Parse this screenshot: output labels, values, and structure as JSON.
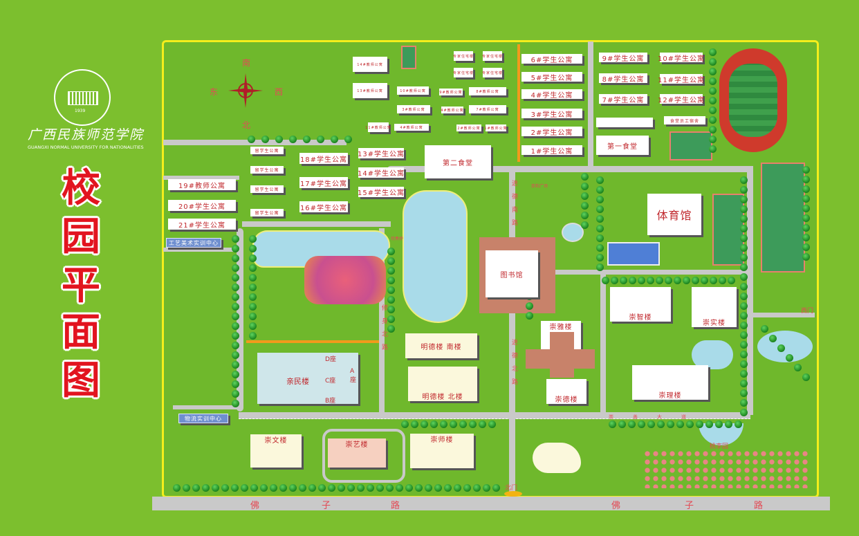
{
  "school": {
    "name_cn": "广西民族师范学院",
    "name_en": "GUANGXI NORMAL UNIVERSITY FOR NATIONALITIES",
    "logo_year": "1939"
  },
  "map_title": [
    "校",
    "园",
    "平",
    "面",
    "图"
  ],
  "compass": {
    "top": "南",
    "left": "东",
    "right": "西",
    "bottom": "北"
  },
  "colors": {
    "background": "#7cbf2e",
    "border": "#f4ee1c",
    "label": "#c0282d",
    "road": "#c9c9c9",
    "lake": "#a9dbe9"
  },
  "buildings": {
    "teacher19": "19#教师公寓",
    "student20": "20#学生公寓",
    "student21": "21#学生公寓",
    "craft_center": "工艺美术实训中心",
    "logistics_center": "物流实训中心",
    "intl": [
      "留学生公寓",
      "留学生公寓",
      "留学生公寓",
      "留学生公寓"
    ],
    "d18": "18#学生公寓",
    "d17": "17#学生公寓",
    "d16": "16#学生公寓",
    "d13": "13#学生公寓",
    "d14": "14#学生公寓",
    "d15": "15#学生公寓",
    "canteen2": "第二食堂",
    "d6": "6#学生公寓",
    "d5": "5#学生公寓",
    "d4": "4#学生公寓",
    "d3": "3#学生公寓",
    "d2": "2#学生公寓",
    "d1": "1#学生公寓",
    "d9": "9#学生公寓",
    "d8": "8#学生公寓",
    "d7": "7#学生公寓",
    "d10": "10#学生公寓",
    "d11": "11#学生公寓",
    "d12": "12#学生公寓",
    "canteen1": "第一食堂",
    "staff_dorm": "食堂员工宿舍",
    "expert": [
      "专家住宅楼",
      "专家住宅楼",
      "专家住宅楼",
      "专家住宅楼"
    ],
    "teacher_apts": [
      "14#教师公寓",
      "13#教师公寓",
      "10#教师公寓",
      "9#教师公寓",
      "8#教师公寓",
      "3#教师公寓",
      "4#教师公寓",
      "7#教师公寓",
      "11#教师公寓",
      "4#教师公寓",
      "2#教师公寓",
      "1#教师公寓"
    ],
    "gym": "体育馆",
    "library": "图书馆",
    "mingde_s": "明德楼 南楼",
    "mingde_n": "明德楼 北楼",
    "qinmin": "亲民楼",
    "qinmin_wings": [
      "D座",
      "C座",
      "B座",
      "A座"
    ],
    "chongzhi": "崇智楼",
    "chongshi": "崇实楼",
    "chongya": "崇雅楼",
    "chongde": "崇德楼",
    "chongli": "崇理楼",
    "chongwen": "崇文楼",
    "chongyi": "崇艺楼",
    "chongshi2": "崇师楼",
    "taoli": "桃李园",
    "lake_bridge": "待奏桥",
    "square": "崇和广场"
  },
  "roads": {
    "main": "崇善大道",
    "north_gate": "北门",
    "west_gate": "西门",
    "jinde_s": "进德南路",
    "jinde_n": "进德北路",
    "xiushen": "修身北路",
    "fozi": [
      "佛",
      "子",
      "路",
      "佛",
      "子",
      "路"
    ]
  }
}
